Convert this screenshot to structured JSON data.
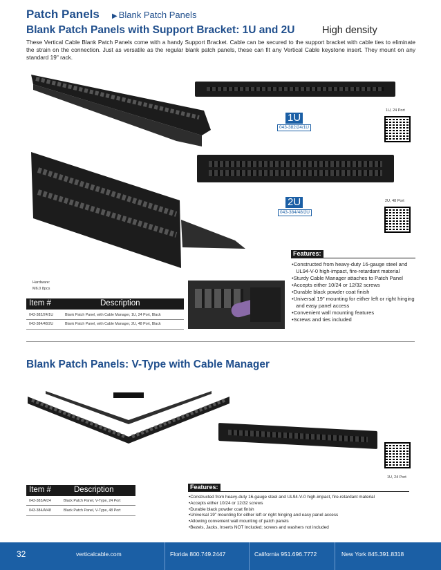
{
  "header": {
    "category": "Patch Panels",
    "breadcrumb": "Blank Patch Panels",
    "breadcrumb_icon": "triangle-right-icon"
  },
  "section1": {
    "title": "Blank Patch Panels with Support Bracket: 1U and 2U",
    "tag": "High density",
    "intro": "These Vertical Cable Blank Patch Panels come with a handy Support Bracket. Cable can be secured to the support bracket with cable ties to eliminate the strain on the connection. Just as versatile as the regular blank patch panels, these can fit any Vertical Cable keystone insert. They mount on any standard 19\" rack.",
    "variant_1u": {
      "badge": "1U",
      "part": "043-382/24/1U",
      "caption": "1U, 24 Port"
    },
    "variant_2u": {
      "badge": "2U",
      "part": "043-384/48/2U",
      "caption": "2U, 48 Port"
    },
    "hardware_label": "Hardware:",
    "hardware_value": "M6.0 8pcs",
    "table": {
      "headers": [
        "Item #",
        "Description"
      ],
      "rows": [
        [
          "043-382/24/1U",
          "Blank Patch Panel, with Cable Manager, 1U, 24 Port, Black"
        ],
        [
          "043-384/48/2U",
          "Blank Patch Panel, with Cable Manager, 2U, 48 Port, Black"
        ]
      ]
    },
    "features_label": "Features:",
    "features": [
      "Constructed from heavy-duty 16-gauge steel and UL94-V-0 high-impact, fire-retardant material",
      "Sturdy Cable Manager attaches to Patch Panel",
      "Accepts either 10/24 or 12/32 screws",
      "Durable black powder coat finish",
      "Universal 19\" mounting for either left or right hinging and easy panel access",
      "Convenient wall mounting features",
      "Screws and ties included"
    ]
  },
  "section2": {
    "title": "Blank Patch Panels: V-Type with Cable Manager",
    "caption": "1U, 24 Port",
    "table": {
      "headers": [
        "Item #",
        "Description"
      ],
      "rows": [
        [
          "043-383/A/24",
          "Black Patch Panel, V-Type, 24 Port"
        ],
        [
          "043-384/A/48",
          "Black Patch Panel, V-Type, 48 Port"
        ]
      ]
    },
    "features_label": "Features:",
    "features": [
      "Constructed from heavy-duty 16-gauge steel and UL94-V-0 high-impact, fire-retardant material",
      "Accepts either 10/24 or 12/32 screws",
      "Durable black powder coat finish",
      "Universal 19\" mounting for either left or right hinging and easy panel access",
      "Allowing convenient wall mounting of patch panels",
      "Bezels, Jacks, Inserts NOT Included; screws and washers not included"
    ]
  },
  "footer": {
    "page": "32",
    "website": "verticalcable.com",
    "florida": "Florida 800.749.2447",
    "california": "California  951.696.7772",
    "newyork": "New York 845.391.8318"
  },
  "colors": {
    "brand_blue": "#1f4e8c",
    "footer_blue": "#1b5fa5",
    "table_header": "#1a1a1a"
  }
}
